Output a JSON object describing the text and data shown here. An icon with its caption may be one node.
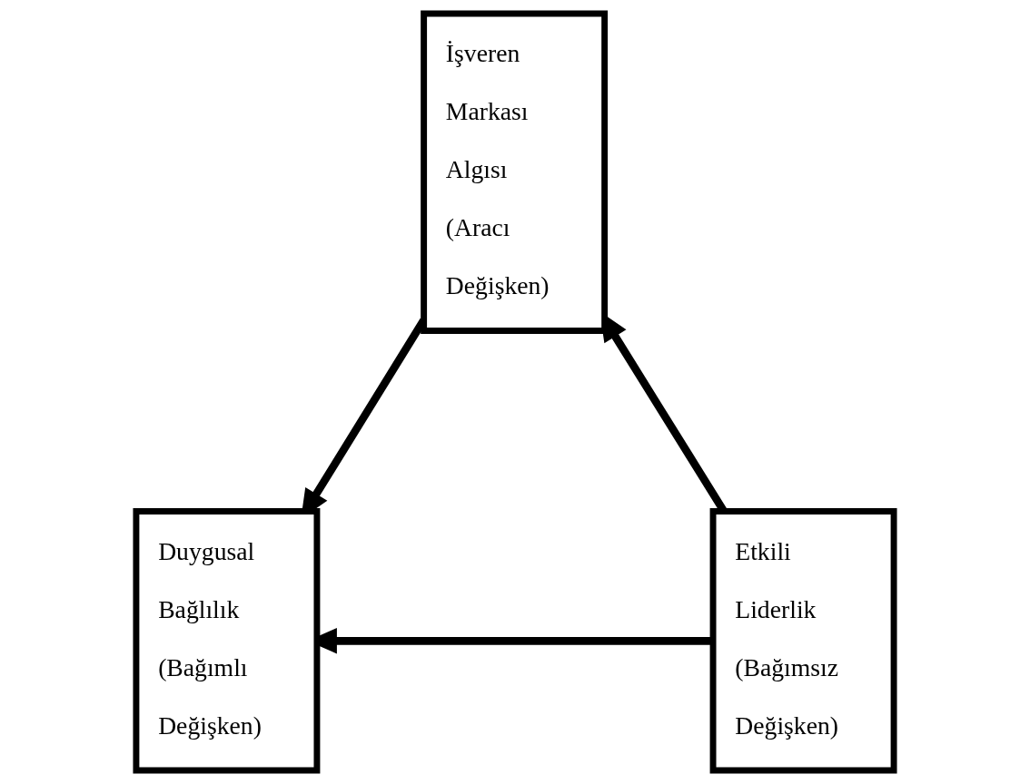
{
  "diagram": {
    "nodes": [
      {
        "text": [
          "İşveren Markası Algısı (Aracı Değişken)"
        ]
      },
      {
        "text": [
          "Etkili Liderlik (Bağımsız Değişken)"
        ]
      },
      {
        "text": [
          "Duygusal Bağlılık (Bağımlı Değişken)"
        ]
      }
    ],
    "edges": [
      {
        "from": 1,
        "to": 0,
        "arrow": "to"
      },
      {
        "from": 0,
        "to": 2,
        "arrow": "to"
      },
      {
        "from": 1,
        "to": 2,
        "arrow": "to"
      }
    ]
  }
}
